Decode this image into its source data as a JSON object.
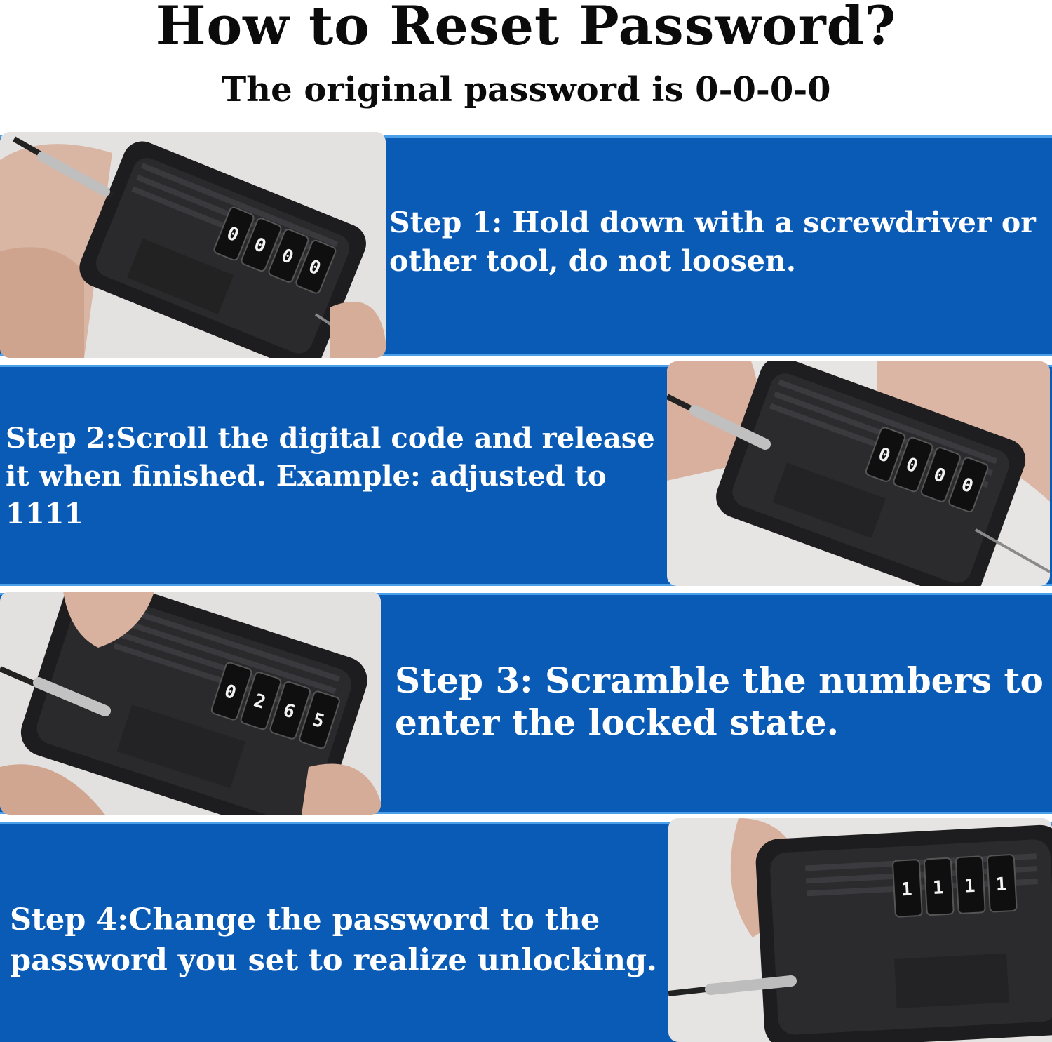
{
  "header": {
    "title": "How to Reset Password?",
    "subtitle": "The original password is 0-0-0-0"
  },
  "steps": [
    {
      "text": "Step 1: Hold down with a screwdriver or other tool, do not loosen.",
      "image_icon": "lock-reset-button-photo",
      "dial_digits": "0000"
    },
    {
      "text": "Step 2:Scroll the digital code and release it when finished. Example: adjusted to 1111",
      "image_icon": "lock-dial-scroll-photo",
      "dial_digits": "0000"
    },
    {
      "text": "Step 3: Scramble the numbers to enter the locked state.",
      "image_icon": "lock-scrambled-dial-photo",
      "dial_digits": "0265"
    },
    {
      "text": "Step 4:Change the password to the password you set to realize unlocking.",
      "image_icon": "lock-unlock-photo",
      "dial_digits": "1111"
    }
  ],
  "colors": {
    "band": "#0a5bb6",
    "band_border": "#4b9fe8",
    "text": "#ffffff",
    "heading": "#0b0b0b"
  }
}
